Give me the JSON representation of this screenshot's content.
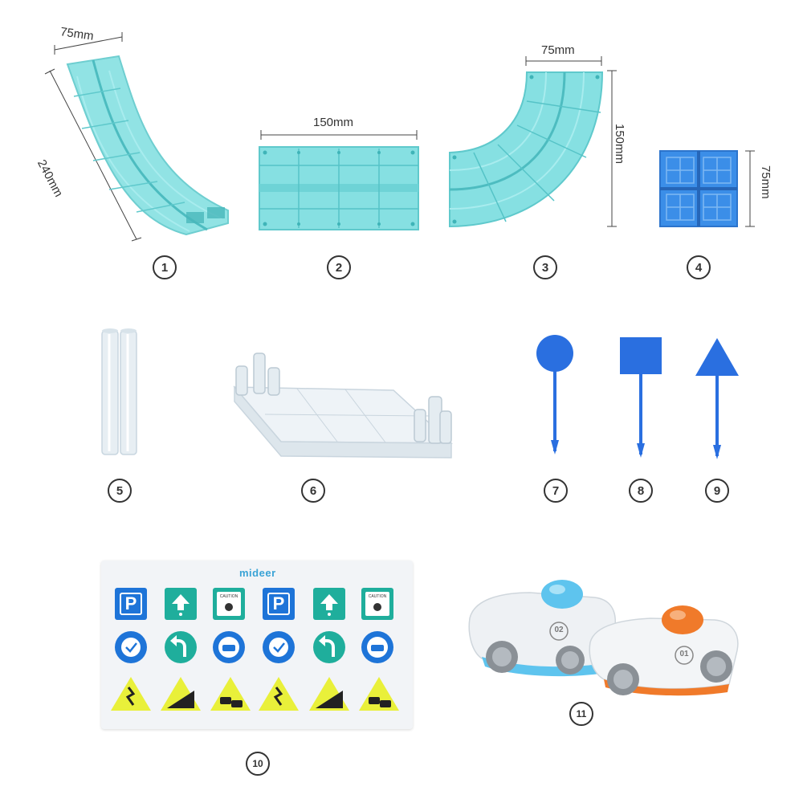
{
  "dimensions": {
    "item1_width": "75mm",
    "item1_length": "240mm",
    "item2_width": "150mm",
    "item3_width": "75mm",
    "item3_height": "150mm",
    "item4_height": "75mm"
  },
  "labels": [
    "1",
    "2",
    "3",
    "4",
    "5",
    "6",
    "7",
    "8",
    "9",
    "10",
    "11"
  ],
  "sticker_sheet": {
    "brand": "mideer",
    "p_letter": "P",
    "caution": "CAUTION"
  },
  "cars": {
    "car_a_number": "02",
    "car_b_number": "01"
  },
  "colors": {
    "track_aqua": "#7fdcdf",
    "track_blue": "#3b8ee8",
    "sign_blue": "#2a6fe0",
    "sticker_blue": "#1e74d8",
    "sticker_teal": "#1fae9c",
    "sticker_yellow": "#e9f03a",
    "car_blue": "#5ec4ee",
    "car_orange": "#f07a2a"
  }
}
